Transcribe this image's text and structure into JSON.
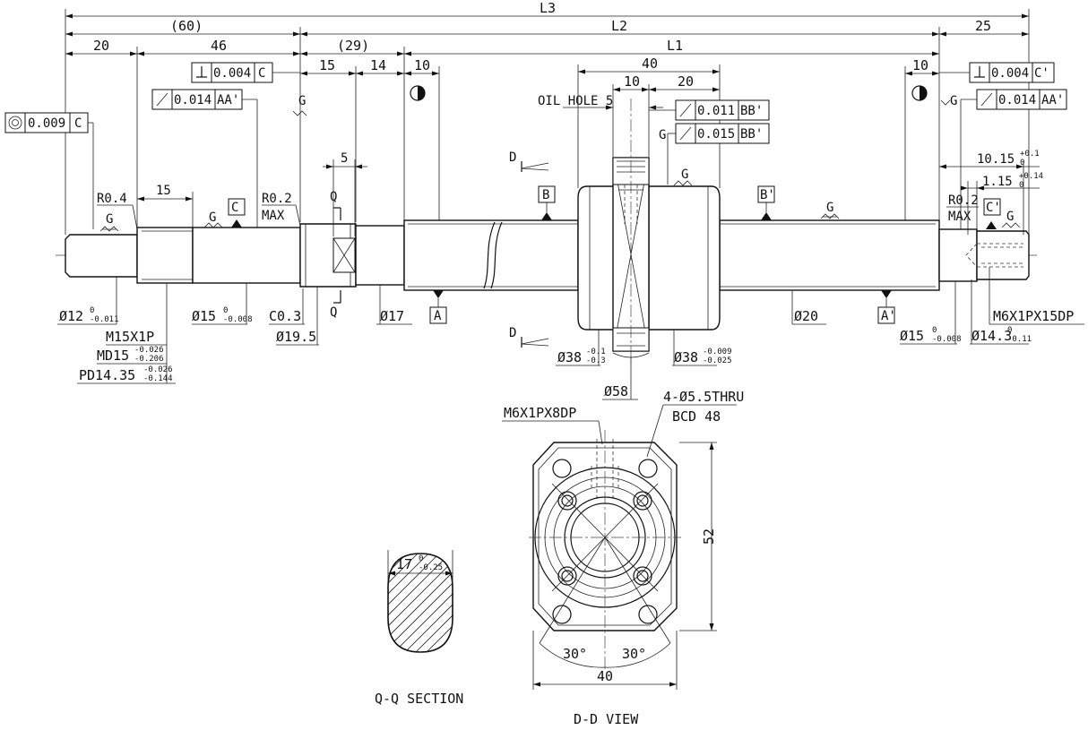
{
  "overall": {
    "l3": "L3",
    "l2": "L2",
    "l1": "L1",
    "dim_60": "(60)",
    "dim_29": "(29)",
    "dim_25": "25"
  },
  "top_dims": {
    "d20": "20",
    "d46": "46",
    "d15": "15",
    "d14": "14",
    "d10_left": "10",
    "d10_right": "10",
    "d40": "40",
    "d10_nut": "10",
    "d20_nut": "20",
    "d5": "5",
    "d15_thread": "15"
  },
  "gdt": {
    "coax": {
      "value": "0.009",
      "datum": "C"
    },
    "perp_left": {
      "value": "0.004",
      "datum": "C"
    },
    "runout_left": {
      "value": "0.014",
      "datum": "AA'"
    },
    "perp_right": {
      "value": "0.004",
      "datum": "C'"
    },
    "runout_right": {
      "value": "0.014",
      "datum": "AA'"
    },
    "runout_nut1": {
      "value": "0.011",
      "datum": "BB'"
    },
    "runout_nut2": {
      "value": "0.015",
      "datum": "BB'"
    }
  },
  "datums": {
    "a": "A",
    "a_prime": "A'",
    "b": "B",
    "b_prime": "B'",
    "c": "C",
    "c_prime": "C'"
  },
  "labels": {
    "oil_hole": "OIL HOLE 5",
    "r04": "R0.4",
    "r02": "R0.2",
    "max": "MAX",
    "g": "G",
    "q": "Q",
    "d": "D",
    "c03": "C0.3",
    "m15x1p": "M15X1P",
    "m6x1px15dp": "M6X1PX15DP",
    "m6x1px8dp": "M6X1PX8DP",
    "thru_holes": "4-Ø5.5THRU",
    "bcd": "BCD 48",
    "qq_section": "Q-Q SECTION",
    "dd_view": "D-D VIEW"
  },
  "diameters": {
    "d12": {
      "base": "Ø12",
      "upper": "0",
      "lower": "-0.011"
    },
    "md15": {
      "base": "MD15",
      "upper": "-0.026",
      "lower": "-0.206"
    },
    "pd1435": {
      "base": "PD14.35",
      "upper": "-0.026",
      "lower": "-0.144"
    },
    "d15_left": {
      "base": "Ø15",
      "upper": "0",
      "lower": "-0.008"
    },
    "d195": {
      "base": "Ø19.5"
    },
    "d17": {
      "base": "Ø17"
    },
    "d20": {
      "base": "Ø20"
    },
    "d38_a": {
      "base": "Ø38",
      "upper": "-0.1",
      "lower": "-0.3"
    },
    "d38_b": {
      "base": "Ø38",
      "upper": "-0.009",
      "lower": "-0.025"
    },
    "d58": {
      "base": "Ø58"
    },
    "d15_right": {
      "base": "Ø15",
      "upper": "0",
      "lower": "-0.008"
    },
    "d143": {
      "base": "Ø14.3",
      "upper": "0",
      "lower": "-0.11"
    },
    "d1015": {
      "base": "10.15",
      "upper": "+0.1",
      "lower": "0"
    },
    "d115": {
      "base": "1.15",
      "upper": "+0.14",
      "lower": "0"
    }
  },
  "qq": {
    "width": {
      "base": "17",
      "upper": "0",
      "lower": "-0.25"
    }
  },
  "dd": {
    "height": "52",
    "width": "40",
    "angle_left": "30°",
    "angle_right": "30°"
  }
}
